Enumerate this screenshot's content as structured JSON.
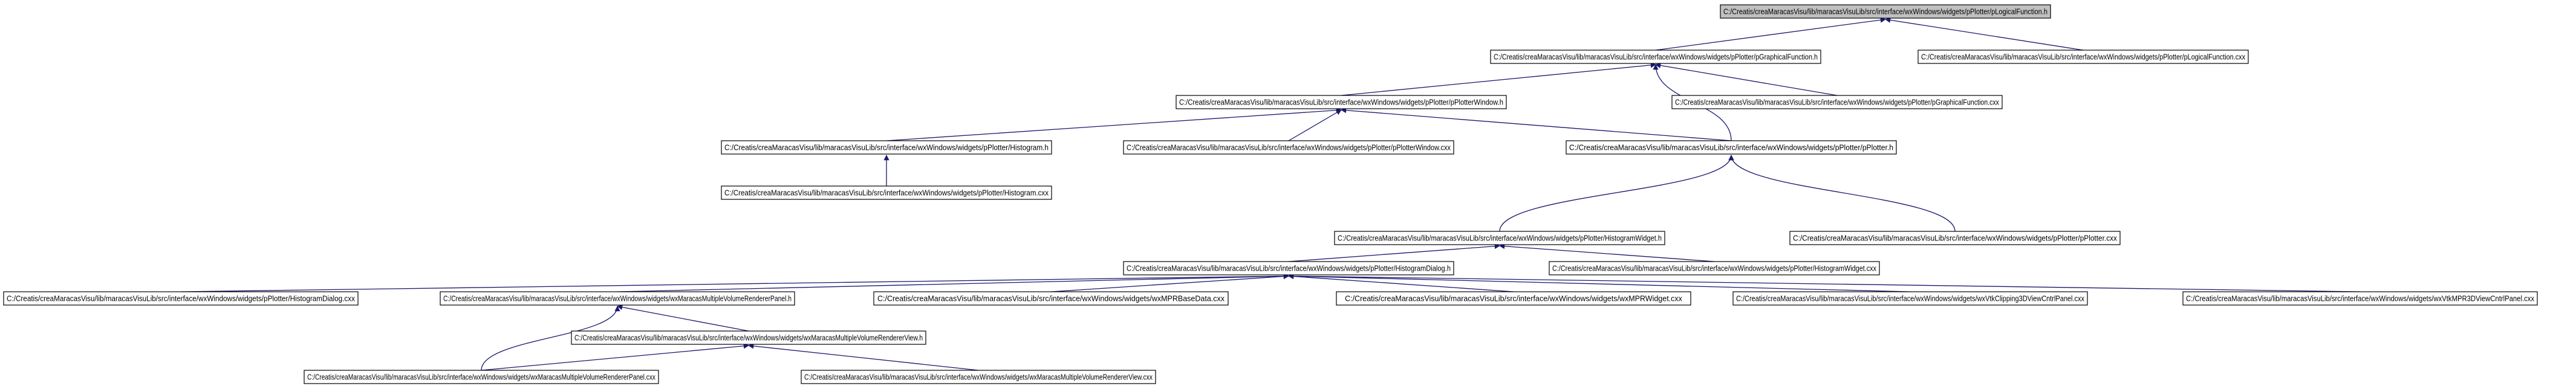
{
  "colors": {
    "edge": "#191970",
    "node_border": "#000000",
    "node_fill": "#ffffff",
    "root_fill": "#c0c0c0",
    "text": "#000000",
    "background": "#ffffff"
  },
  "nodes": [
    {
      "id": "n0",
      "root": true,
      "label": "C:/Creatis/creaMaracasVisu/lib/maracasVisuLib/src/interface/wxWindows/widgets/pPlotter/pLogicalFunction.h"
    },
    {
      "id": "n1",
      "root": false,
      "label": "C:/Creatis/creaMaracasVisu/lib/maracasVisuLib/src/interface/wxWindows/widgets/pPlotter/pGraphicalFunction.h"
    },
    {
      "id": "n2",
      "root": false,
      "label": "C:/Creatis/creaMaracasVisu/lib/maracasVisuLib/src/interface/wxWindows/widgets/pPlotter/pLogicalFunction.cxx"
    },
    {
      "id": "n3",
      "root": false,
      "label": "C:/Creatis/creaMaracasVisu/lib/maracasVisuLib/src/interface/wxWindows/widgets/pPlotter/pPlotterWindow.h"
    },
    {
      "id": "n4",
      "root": false,
      "label": "C:/Creatis/creaMaracasVisu/lib/maracasVisuLib/src/interface/wxWindows/widgets/pPlotter/pGraphicalFunction.cxx"
    },
    {
      "id": "n5",
      "root": false,
      "label": "C:/Creatis/creaMaracasVisu/lib/maracasVisuLib/src/interface/wxWindows/widgets/pPlotter/Histogram.h"
    },
    {
      "id": "n6",
      "root": false,
      "label": "C:/Creatis/creaMaracasVisu/lib/maracasVisuLib/src/interface/wxWindows/widgets/pPlotter/pPlotterWindow.cxx"
    },
    {
      "id": "n7",
      "root": false,
      "label": "C:/Creatis/creaMaracasVisu/lib/maracasVisuLib/src/interface/wxWindows/widgets/pPlotter/pPlotter.h"
    },
    {
      "id": "n8",
      "root": false,
      "label": "C:/Creatis/creaMaracasVisu/lib/maracasVisuLib/src/interface/wxWindows/widgets/pPlotter/Histogram.cxx"
    },
    {
      "id": "n9",
      "root": false,
      "label": "C:/Creatis/creaMaracasVisu/lib/maracasVisuLib/src/interface/wxWindows/widgets/pPlotter/HistogramWidget.h"
    },
    {
      "id": "n10",
      "root": false,
      "label": "C:/Creatis/creaMaracasVisu/lib/maracasVisuLib/src/interface/wxWindows/widgets/pPlotter/pPlotter.cxx"
    },
    {
      "id": "n11",
      "root": false,
      "label": "C:/Creatis/creaMaracasVisu/lib/maracasVisuLib/src/interface/wxWindows/widgets/pPlotter/HistogramDialog.h"
    },
    {
      "id": "n12",
      "root": false,
      "label": "C:/Creatis/creaMaracasVisu/lib/maracasVisuLib/src/interface/wxWindows/widgets/pPlotter/HistogramWidget.cxx"
    },
    {
      "id": "n13",
      "root": false,
      "label": "C:/Creatis/creaMaracasVisu/lib/maracasVisuLib/src/interface/wxWindows/widgets/pPlotter/HistogramDialog.cxx"
    },
    {
      "id": "n14",
      "root": false,
      "label": "C:/Creatis/creaMaracasVisu/lib/maracasVisuLib/src/interface/wxWindows/widgets/wxMaracasMultipleVolumeRendererPanel.h"
    },
    {
      "id": "n15",
      "root": false,
      "label": "C:/Creatis/creaMaracasVisu/lib/maracasVisuLib/src/interface/wxWindows/widgets/wxMPRBaseData.cxx"
    },
    {
      "id": "n16",
      "root": false,
      "label": "C:/Creatis/creaMaracasVisu/lib/maracasVisuLib/src/interface/wxWindows/widgets/wxMPRWidget.cxx"
    },
    {
      "id": "n17",
      "root": false,
      "label": "C:/Creatis/creaMaracasVisu/lib/maracasVisuLib/src/interface/wxWindows/widgets/wxVtkClipping3DViewCntrlPanel.cxx"
    },
    {
      "id": "n18",
      "root": false,
      "label": "C:/Creatis/creaMaracasVisu/lib/maracasVisuLib/src/interface/wxWindows/widgets/wxVtkMPR3DViewCntrlPanel.cxx"
    },
    {
      "id": "n19",
      "root": false,
      "label": "C:/Creatis/creaMaracasVisu/lib/maracasVisuLib/src/interface/wxWindows/widgets/wxMaracasMultipleVolumeRendererView.h"
    },
    {
      "id": "n20",
      "root": false,
      "label": "C:/Creatis/creaMaracasVisu/lib/maracasVisuLib/src/interface/wxWindows/widgets/wxMaracasMultipleVolumeRendererPanel.cxx"
    },
    {
      "id": "n21",
      "root": false,
      "label": "C:/Creatis/creaMaracasVisu/lib/maracasVisuLib/src/interface/wxWindows/widgets/wxMaracasMultipleVolumeRendererView.cxx"
    }
  ],
  "edges": [
    {
      "from": "n0",
      "to": "n1"
    },
    {
      "from": "n0",
      "to": "n2"
    },
    {
      "from": "n1",
      "to": "n3"
    },
    {
      "from": "n1",
      "to": "n4"
    },
    {
      "from": "n1",
      "to": "n7"
    },
    {
      "from": "n3",
      "to": "n5"
    },
    {
      "from": "n3",
      "to": "n6"
    },
    {
      "from": "n3",
      "to": "n7"
    },
    {
      "from": "n5",
      "to": "n8"
    },
    {
      "from": "n7",
      "to": "n9"
    },
    {
      "from": "n7",
      "to": "n10"
    },
    {
      "from": "n9",
      "to": "n11"
    },
    {
      "from": "n9",
      "to": "n12"
    },
    {
      "from": "n11",
      "to": "n13"
    },
    {
      "from": "n11",
      "to": "n14"
    },
    {
      "from": "n11",
      "to": "n15"
    },
    {
      "from": "n11",
      "to": "n16"
    },
    {
      "from": "n11",
      "to": "n17"
    },
    {
      "from": "n11",
      "to": "n18"
    },
    {
      "from": "n14",
      "to": "n19"
    },
    {
      "from": "n14",
      "to": "n20"
    },
    {
      "from": "n19",
      "to": "n20"
    },
    {
      "from": "n19",
      "to": "n21"
    }
  ]
}
